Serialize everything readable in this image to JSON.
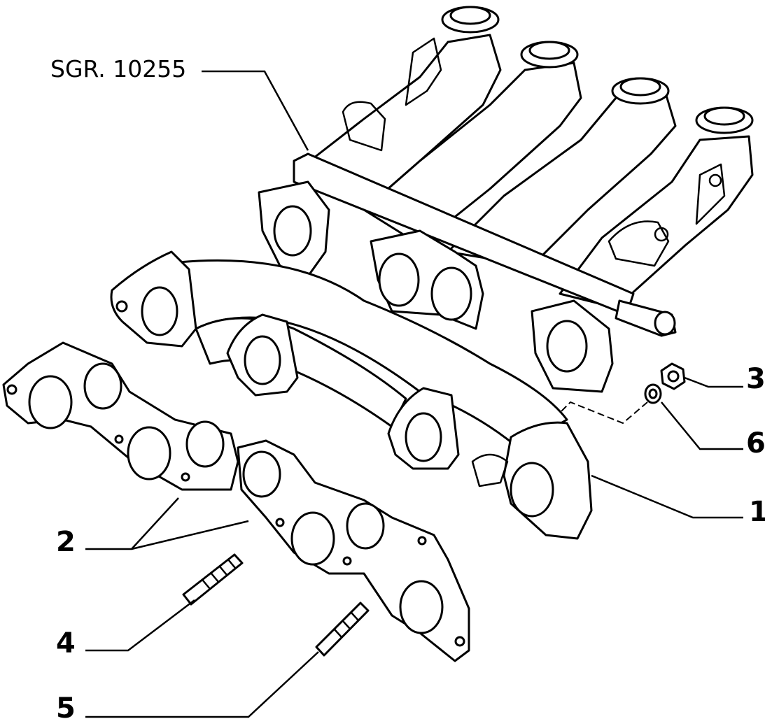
{
  "drawing": {
    "group_ref": "SGR. 10255",
    "callouts": [
      {
        "id": "1"
      },
      {
        "id": "2"
      },
      {
        "id": "3"
      },
      {
        "id": "4"
      },
      {
        "id": "5"
      },
      {
        "id": "6"
      }
    ]
  }
}
